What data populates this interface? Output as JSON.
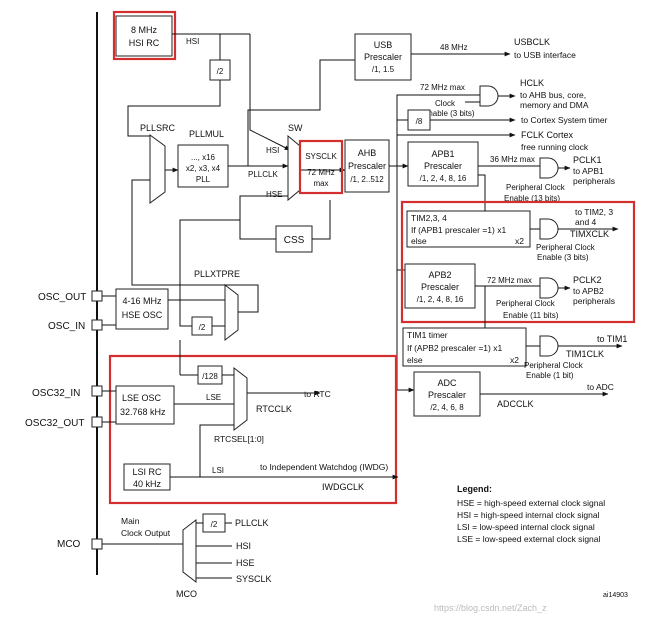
{
  "hsi_rc": [
    "8 MHz",
    "HSI RC"
  ],
  "hsi": "HSI",
  "div2": "/2",
  "div8": "/8",
  "div128": "/128",
  "pllsrc": "PLLSRC",
  "pllmul": [
    "PLLMUL",
    "..., x16",
    "x2, x3, x4",
    "PLL"
  ],
  "pllclk": "PLLCLK",
  "hse": "HSE",
  "sw": "SW",
  "sysclk_box": [
    "SYSCLK",
    "72 MHz",
    "max"
  ],
  "ahb": [
    "AHB",
    "Prescaler",
    "/1, 2..512"
  ],
  "css": "CSS",
  "usb": [
    "USB",
    "Prescaler",
    "/1, 1.5"
  ],
  "usb_freq": "48 MHz",
  "usbclk": [
    "USBCLK",
    "to USB interface"
  ],
  "max72_top": "72 MHz max",
  "clock_enable_3bits": [
    "Clock",
    "Enable (3 bits)"
  ],
  "hclk": [
    "HCLK",
    "to AHB bus, core,",
    "memory and DMA"
  ],
  "cortex_timer": "to Cortex System timer",
  "fclk": [
    "FCLK Cortex",
    "free running clock"
  ],
  "apb1": [
    "APB1",
    "Prescaler",
    "/1, 2, 4, 8, 16"
  ],
  "max36": "36 MHz max",
  "pclk1": [
    "PCLK1",
    "to APB1",
    "peripherals"
  ],
  "periph_clock_13": [
    "Peripheral Clock",
    "Enable (13 bits)"
  ],
  "tim234": [
    "TIM2,3, 4",
    "If (APB1 prescaler =1) x1",
    "else",
    "x2"
  ],
  "timx_out": [
    "to TIM2, 3",
    "and 4",
    "TIMXCLK"
  ],
  "periph_clock_3": [
    "Peripheral Clock",
    "Enable (3 bits)"
  ],
  "apb2": [
    "APB2",
    "Prescaler",
    "/1, 2, 4, 8, 16"
  ],
  "max72_apb2": "72 MHz max",
  "pclk2": [
    "PCLK2",
    "to APB2",
    "peripherals"
  ],
  "periph_clock_11": [
    "Peripheral Clock",
    "Enable (11 bits)"
  ],
  "tim1": [
    "TIM1 timer",
    "If (APB2 prescaler =1) x1",
    "else",
    "x2"
  ],
  "tim1_out": [
    "to TIM1",
    "TIM1CLK"
  ],
  "periph_clock_1": [
    "Peripheral Clock",
    "Enable (1 bit)"
  ],
  "adc": [
    "ADC",
    "Prescaler",
    "/2, 4, 6, 8"
  ],
  "adc_out": [
    "to ADC",
    "ADCCLK"
  ],
  "osc_out": "OSC_OUT",
  "osc_in": "OSC_IN",
  "hse_osc": [
    "4-16 MHz",
    "HSE OSC"
  ],
  "pllxtpre": "PLLXTPRE",
  "osc32_in": "OSC32_IN",
  "osc32_out": "OSC32_OUT",
  "lse_osc": [
    "LSE OSC",
    "32.768 kHz"
  ],
  "lse": "LSE",
  "rtc": [
    "to RTC",
    "RTCCLK",
    "RTCSEL[1:0]"
  ],
  "lsi_rc": [
    "LSI RC",
    "40 kHz"
  ],
  "lsi": "LSI",
  "iwdg": [
    "to Independent Watchdog (IWDG)",
    "IWDGCLK"
  ],
  "mco_left": "MCO",
  "main_clock_output": [
    "Main",
    "Clock Output"
  ],
  "mco_inputs": [
    "PLLCLK",
    "HSI",
    "HSE",
    "SYSCLK"
  ],
  "mco_mux": "MCO",
  "legend": {
    "title": "Legend:",
    "items": [
      "HSE = high-speed external clock signal",
      "HSI = high-speed internal clock signal",
      "LSI = low-speed internal clock signal",
      "LSE = low-speed external clock signal"
    ]
  },
  "figure_id": "ai14903",
  "watermark": "https://blog.csdn.net/Zach_z",
  "highlight_color": "#d32f2f"
}
